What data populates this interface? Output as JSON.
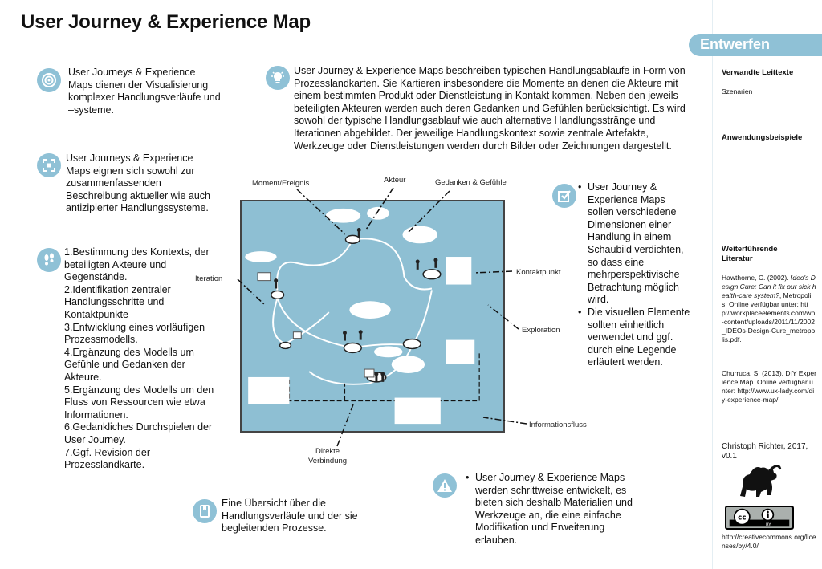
{
  "title": "User Journey & Experience Map",
  "badge": "Entwerfen",
  "intro_text": "User Journeys & Experience Maps dienen der Visualisierung komplexer Handlungsverläufe und –systeme.",
  "usage_text": "User Journeys & Experience Maps eignen sich sowohl zur zusammenfassenden Beschreibung aktueller wie auch antizipierter Handlungssysteme.",
  "steps": [
    "1.Bestimmung des Kontexts, der beteiligten Akteure und Gegenstände.",
    "2.Identifikation zentraler Handlungsschritte und Kontaktpunkte",
    "3.Entwicklung eines vorläufigen Prozessmodells.",
    "4.Ergänzung des Modells um Gefühle und Gedanken der Akteure.",
    "5.Ergänzung des Modells um den Fluss von Ressourcen wie etwa Informationen.",
    "6.Gedankliches Durchspielen der User Journey.",
    "7.Ggf. Revision der Prozesslandkarte."
  ],
  "description": "User Journey & Experience Maps beschreiben typischen Handlungsabläufe in Form von Prozesslandkarten. Sie Kartieren insbesondere die Momente an denen die Akteure mit einem bestimmten Produkt oder Dienstleistung in Kontakt kommen. Neben den jeweils beteiligten Akteuren werden auch deren Gedanken und Gefühlen berücksichtigt. Es wird sowohl der typische Handlungsablauf wie auch alternative Handlungsstränge und Iterationen abgebildet. Der jeweilige Handlungskontext sowie zentrale Artefakte, Werkzeuge oder Dienstleistungen werden durch Bilder oder Zeichnungen dargestellt.",
  "diagram_labels": {
    "moment": "Moment/Ereignis",
    "akteur": "Akteur",
    "gedanken": "Gedanken & Gefühle",
    "iteration": "Iteration",
    "kontaktpunkt": "Kontaktpunkt",
    "exploration": "Exploration",
    "informationsfluss": "Informationsfluss",
    "direkte_line1": "Direkte",
    "direkte_line2": "Verbindung"
  },
  "goals": [
    "User Journey & Experience Maps sollen verschiedene Dimensionen einer Handlung in einem Schaubild verdichten, so dass eine mehrperspektivische Betrachtung möglich wird.",
    "Die visuellen Elemente sollten einheitlich verwendet und ggf. durch eine Legende erläutert werden."
  ],
  "result_text": "Eine Übersicht über die Handlungsverläufe und der sie begleitenden Prozesse.",
  "warning": "User Journey & Experience Maps werden schrittweise entwickelt, es bieten sich deshalb Materialien und Werkzeuge an, die eine einfache Modifikation und Erweiterung erlauben.",
  "sidebar": {
    "related_heading": "Verwandte Leittexte",
    "related_item": "Szenarien",
    "examples_heading": "Anwendungsbeispiele",
    "literature_heading": "Weiterführende Literatur",
    "ref1_author": "Hawthorne, C. (2002).",
    "ref1_title": "Ideo's Design Cure: Can it fix our sick health-care system?",
    "ref1_rest": ", Metropolis. Online verfügbar unter: http://workplaceelements.com/wp-content/uploads/2011/11/2002_IDEOs-Design-Cure_metropolis.pdf.",
    "ref2": "Churruca, S. (2013). DIY Experience Map. Online verfügbar unter: http://www.ux-lady.com/diy-experience-map/.",
    "author": "Christoph Richter, 2017, v0.1",
    "license_url": "http://creativecommons.org/licenses/by/4.0/"
  },
  "icons": [
    "target-icon",
    "lightbulb-icon",
    "frame-icon",
    "footsteps-icon",
    "checkbox-icon",
    "document-icon",
    "warning-icon",
    "cat-icon",
    "cc-by-icon"
  ],
  "colors": {
    "accent": "#8fc1d6",
    "map_bg": "#8ebfd3"
  }
}
